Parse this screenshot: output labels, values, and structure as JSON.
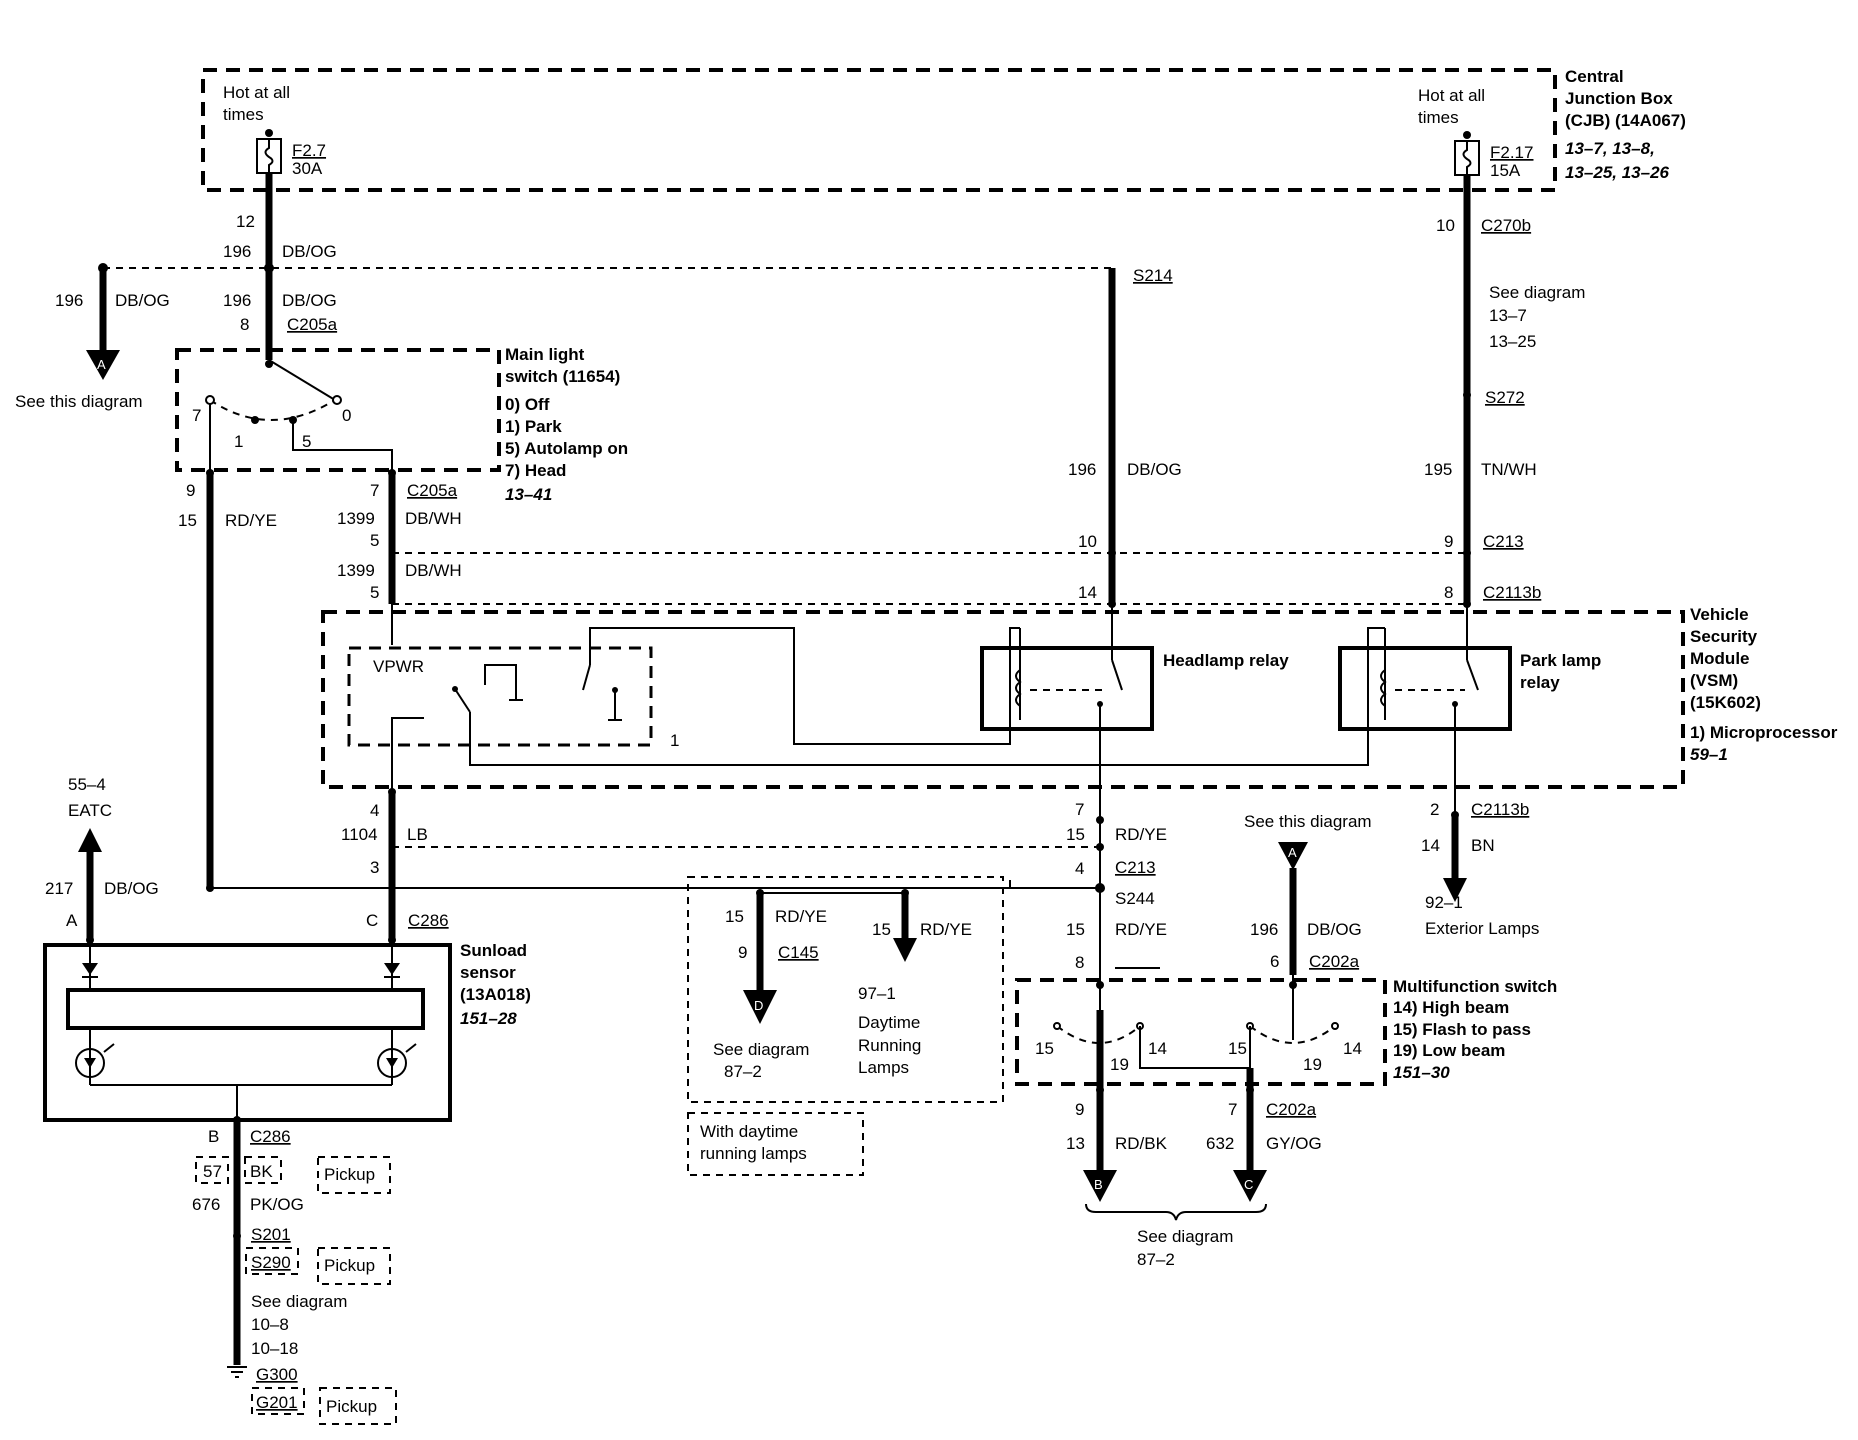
{
  "cjb": {
    "hot_left": [
      "Hot at all",
      "times"
    ],
    "fuse_left": "F2.7",
    "amp_left": "30A",
    "hot_right": [
      "Hot at all",
      "times"
    ],
    "fuse_right": "F2.17",
    "amp_right": "15A",
    "title": [
      "Central",
      "Junction Box",
      "(CJB) (14A067)"
    ],
    "refs": [
      "13–7, 13–8,",
      "13–25, 13–26"
    ]
  },
  "wires": {
    "w12": "12",
    "w196": "196",
    "dbog": "DB/OG",
    "w196b": "196",
    "dbog_b": "DB/OG",
    "w196c": "196",
    "dbog_c": "DB/OG",
    "w8": "8",
    "c205a": "C205a",
    "see_this": "See this diagram",
    "w10": "10",
    "c270b": "C270b",
    "see_diag_137": [
      "See diagram",
      "13–7",
      "13–25"
    ],
    "s272": "S272",
    "s214": "S214",
    "w196d": "196",
    "dbog_d": "DB/OG",
    "w195": "195",
    "tnwh": "TN/WH",
    "w9": "9",
    "w15": "15",
    "rdye": "RD/YE",
    "w7": "7",
    "c205a_b": "C205a",
    "w1399": "1399",
    "dbwh": "DB/WH",
    "w5": "5",
    "w10b": "10",
    "w9b": "9",
    "c213": "C213",
    "w1399b": "1399",
    "dbwh_b": "DB/WH",
    "w5b": "5",
    "w14": "14",
    "w8b": "8",
    "c2113b": "C2113b"
  },
  "main_switch": {
    "title": [
      "Main light",
      "switch (11654)"
    ],
    "positions": [
      "0) Off",
      "1) Park",
      "5) Autolamp on",
      "7) Head"
    ],
    "ref": "13–41",
    "pos7": "7",
    "pos1": "1",
    "pos5": "5",
    "pos0": "0"
  },
  "vsm": {
    "vpwr": "VPWR",
    "one": "1",
    "headlamp": "Headlamp relay",
    "park": [
      "Park lamp",
      "relay"
    ],
    "title": [
      "Vehicle",
      "Security",
      "Module",
      "(VSM)",
      "(15K602)"
    ],
    "micro": "1) Microprocessor",
    "ref": "59–1"
  },
  "lower": {
    "eatc_ref": "55–4",
    "eatc": "EATC",
    "w217": "217",
    "dbog": "DB/OG",
    "pinA": "A",
    "w4": "4",
    "w1104": "1104",
    "lb": "LB",
    "w3": "3",
    "pinC": "C",
    "c286": "C286",
    "w7": "7",
    "w15": "15",
    "rdye": "RD/YE",
    "w4b": "4",
    "c213": "C213",
    "s244": "S244",
    "w15b": "15",
    "rdye_b": "RD/YE",
    "w8": "8",
    "w2": "2",
    "c2113b": "C2113b",
    "w14": "14",
    "bn": "BN",
    "ext_ref": "92–1",
    "ext": "Exterior Lamps",
    "see_this": "See this diagram",
    "w196": "196",
    "dbog_b": "DB/OG",
    "w6": "6",
    "c202a": "C202a"
  },
  "sunload": {
    "title": [
      "Sunload",
      "sensor",
      "(13A018)"
    ],
    "ref": "151–28",
    "pinB": "B",
    "c286": "C286",
    "w57": "57",
    "bk": "BK",
    "pickup": "Pickup",
    "w676": "676",
    "pkog": "PK/OG",
    "s201": "S201",
    "s290": "S290",
    "see": [
      "See diagram",
      "10–8",
      "10–18"
    ],
    "g300": "G300",
    "g201": "G201"
  },
  "drl": {
    "w15": "15",
    "rdye": "RD/YE",
    "w9": "9",
    "c145": "C145",
    "see": [
      "See diagram",
      "87–2"
    ],
    "w15b": "15",
    "rdye_b": "RD/YE",
    "ref": "97–1",
    "lamps": [
      "Daytime",
      "Running",
      "Lamps"
    ],
    "note": [
      "With daytime",
      "running lamps"
    ],
    "letterD": "D"
  },
  "mfs": {
    "title": "Multifunction switch",
    "items": [
      "14) High beam",
      "15) Flash to pass",
      "19) Low beam"
    ],
    "ref": "151–30",
    "p15a": "15",
    "p19a": "19",
    "p14a": "14",
    "p15b": "15",
    "p19b": "19",
    "p14b": "14",
    "w9": "9",
    "w13": "13",
    "rdbk": "RD/BK",
    "w7": "7",
    "c202a": "C202a",
    "w632": "632",
    "gyog": "GY/OG",
    "see": [
      "See diagram",
      "87–2"
    ],
    "letterB": "B",
    "letterC": "C",
    "letterA": "A",
    "letterA2": "A"
  }
}
